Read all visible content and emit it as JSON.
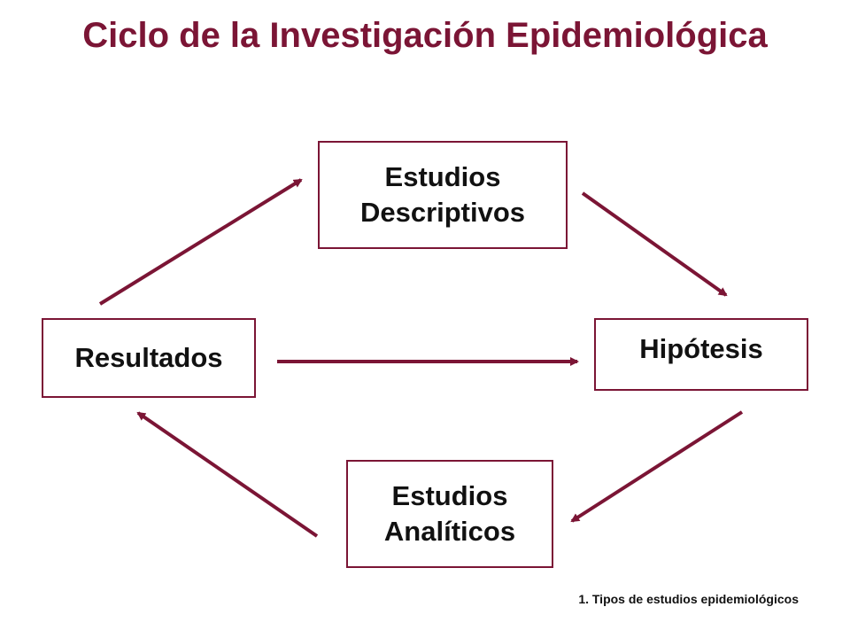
{
  "title": "Ciclo de la Investigación Epidemiológica",
  "nodes": {
    "descriptivos": {
      "line1": "Estudios",
      "line2": "Descriptivos"
    },
    "hipotesis": {
      "label": "Hipótesis"
    },
    "resultados": {
      "label": "Resultados"
    },
    "analiticos": {
      "line1": "Estudios",
      "line2": "Analíticos"
    }
  },
  "footnote": "1. Tipos de estudios epidemiológicos",
  "colors": {
    "accent": "#7b1535",
    "text": "#111111"
  }
}
